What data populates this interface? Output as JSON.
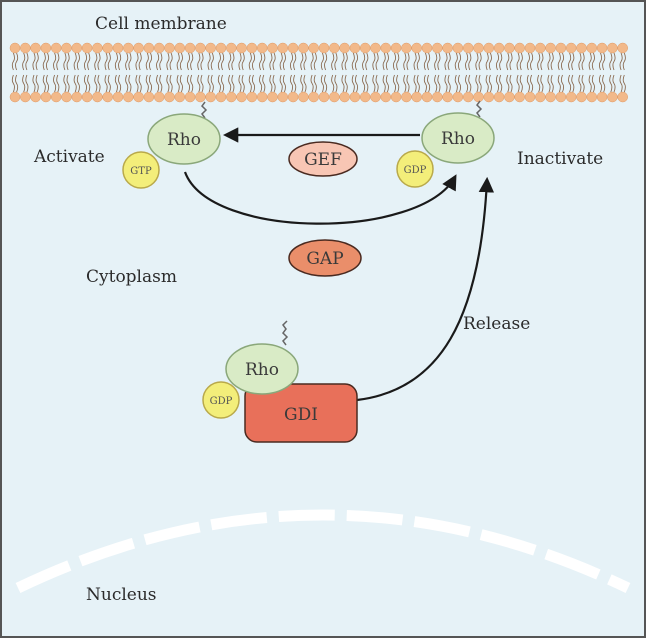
{
  "labels": {
    "cell_membrane": "Cell membrane",
    "activate": "Activate",
    "inactivate": "Inactivate",
    "cytoplasm": "Cytoplasm",
    "release": "Release",
    "nucleus": "Nucleus"
  },
  "nodes": {
    "rho_active": "Rho",
    "gtp": "GTP",
    "rho_inactive": "Rho",
    "gdp_membrane": "GDP",
    "gef": "GEF",
    "gap": "GAP",
    "rho_cytosol": "Rho",
    "gdp_cytosol": "GDP",
    "gdi": "GDI"
  },
  "colors": {
    "background": "#e6f2f7",
    "frame": "#555555",
    "lipid_head": "#f2b98a",
    "lipid_tail": "#8a6a50",
    "rho_fill": "#d9ebc6",
    "rho_stroke": "#8aa77a",
    "nucleotide_fill": "#f3ee7a",
    "nucleotide_stroke": "#b9a94a",
    "gef_fill": "#f8c6b4",
    "gap_fill": "#ea8e6a",
    "gdi_fill": "#e8705a",
    "arrow": "#1a1a1a",
    "nucleus_arc": "#ffffff"
  }
}
